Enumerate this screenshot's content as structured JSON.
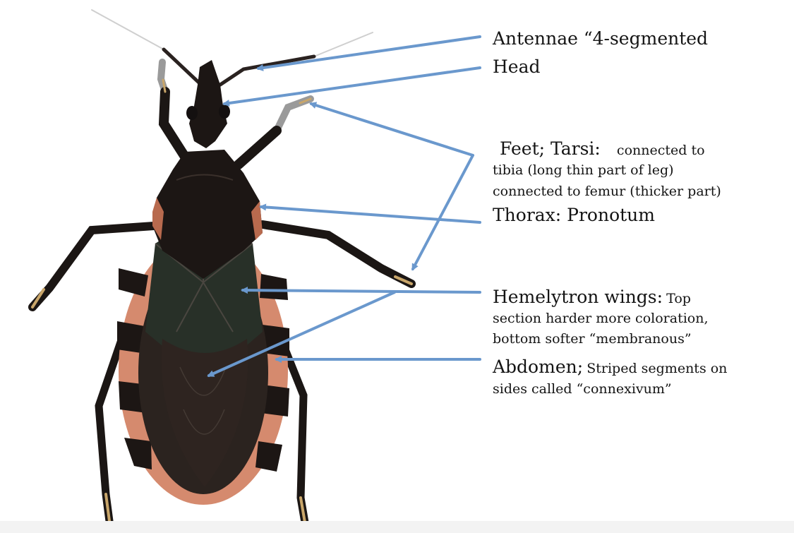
{
  "labels": {
    "antennae": "Antennae “4-segmented",
    "head": "Head",
    "feet_title": "Feet; Tarsi:",
    "feet_line1": "connected to",
    "feet_line2": "tibia (long thin part of leg)",
    "feet_line3": "connected to femur (thicker part)",
    "thorax": "Thorax: Pronotum",
    "wings_title": "Hemelytron wings:",
    "wings_line1": "Top",
    "wings_line2": "section harder more coloration,",
    "wings_line3": "bottom softer “membranous”",
    "abdomen_title": "Abdomen;",
    "abdomen_line1": "Striped segments on",
    "abdomen_line2": "sides called “connexivum”"
  },
  "colors": {
    "arrow": "#6a98cd",
    "body_dark": "#1c1614",
    "body_mid": "#2b231f",
    "connexivum_orange": "#d58a6e",
    "leg_tip": "#c9a66a"
  },
  "subject": "kissing-bug"
}
